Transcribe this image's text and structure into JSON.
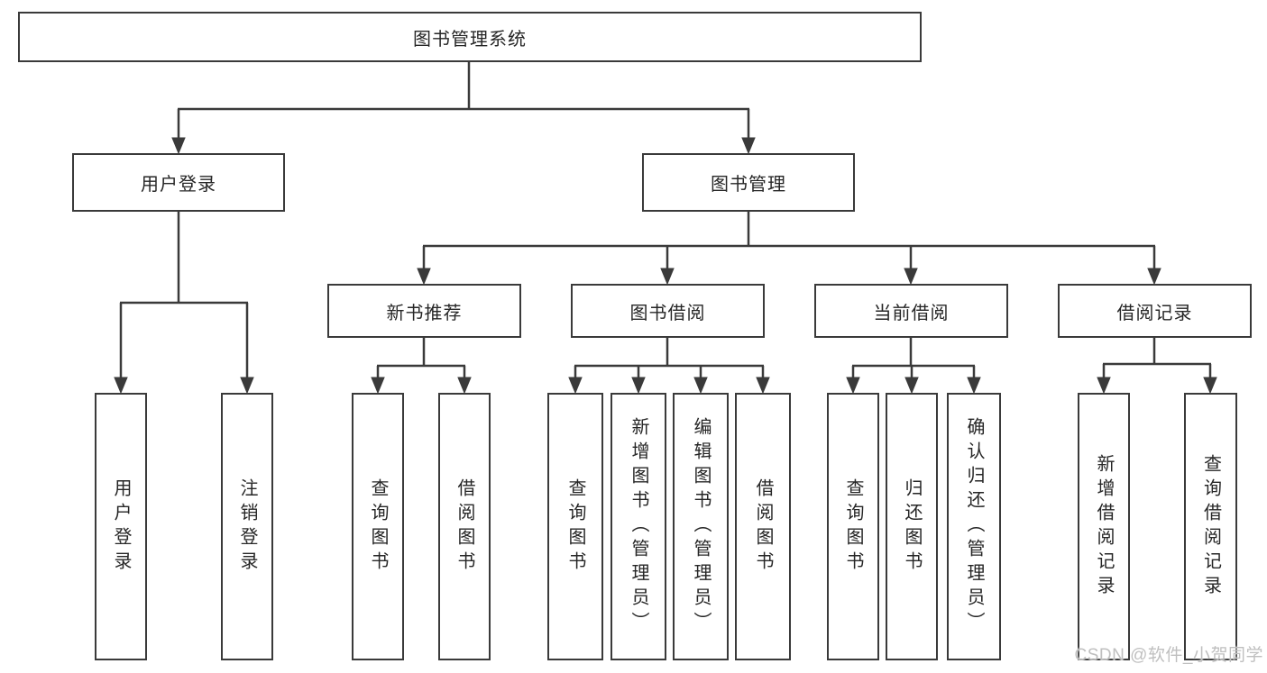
{
  "diagram": {
    "root": "图书管理系统",
    "user_login": {
      "label": "用户登录",
      "children": [
        "用户登录",
        "注销登录"
      ]
    },
    "book_mgmt": {
      "label": "图书管理",
      "children": [
        {
          "label": "新书推荐",
          "children": [
            "查询图书",
            "借阅图书"
          ]
        },
        {
          "label": "图书借阅",
          "children": [
            "查询图书",
            "新增图书（管理员）",
            "编辑图书（管理员）",
            "借阅图书"
          ]
        },
        {
          "label": "当前借阅",
          "children": [
            "查询图书",
            "归还图书",
            "确认归还（管理员）"
          ]
        },
        {
          "label": "借阅记录",
          "children": [
            "新增借阅记录",
            "查询借阅记录"
          ]
        }
      ]
    }
  },
  "colors": {
    "line": "#3a3a3a",
    "text": "#262626",
    "watermark": "#bfbfbf"
  },
  "watermark": "CSDN @软件_小贺同学"
}
